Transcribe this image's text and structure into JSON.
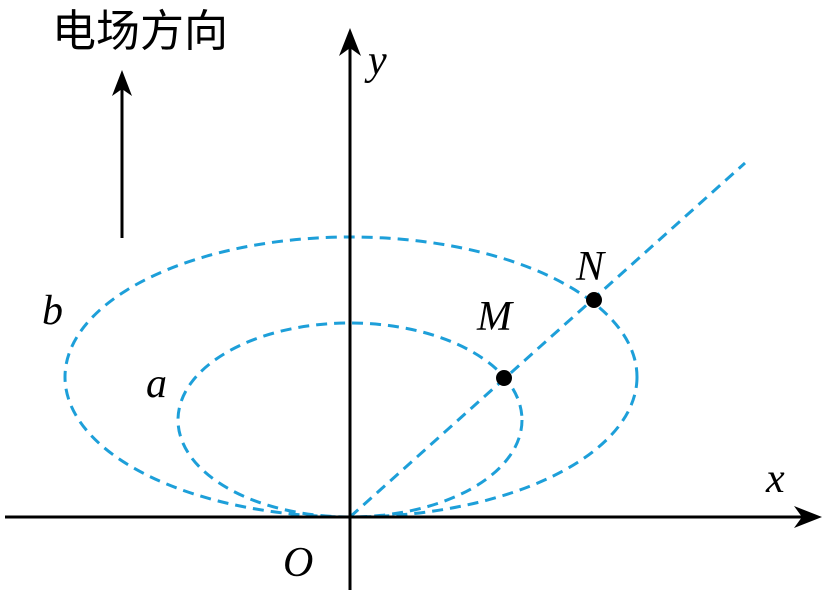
{
  "field_direction": {
    "label": "电场方向"
  },
  "axes": {
    "x_label": "x",
    "y_label": "y",
    "origin_label": "O"
  },
  "curves": {
    "inner_label": "a",
    "outer_label": "b"
  },
  "points": {
    "m_label": "M",
    "n_label": "N"
  },
  "colors": {
    "curve": "#1d9fd9",
    "axis": "#000000",
    "point": "#000000"
  }
}
